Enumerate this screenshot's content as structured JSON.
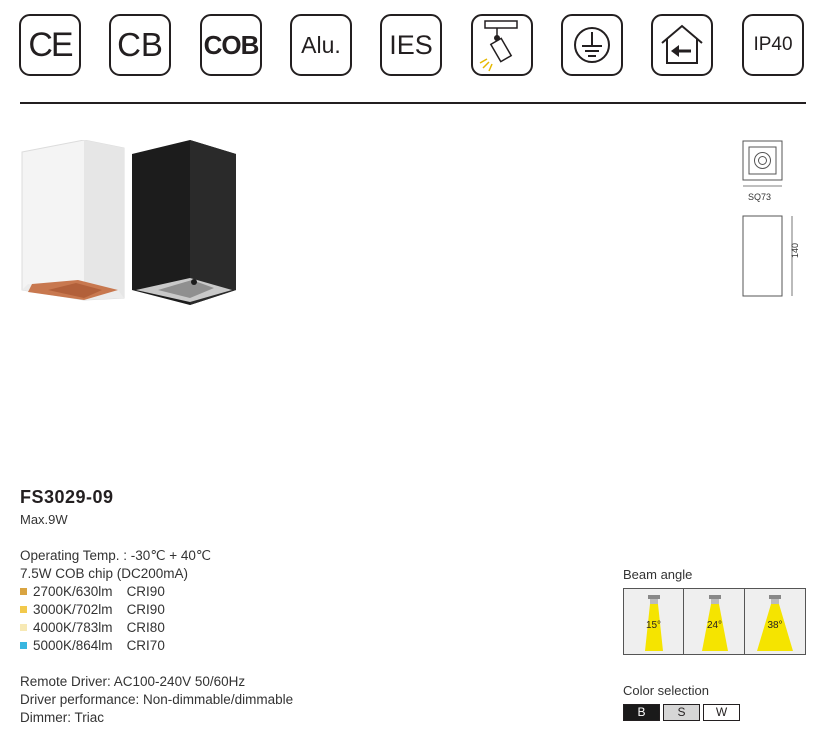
{
  "certifications": [
    {
      "label": "CE",
      "icon": "ce-mark-icon"
    },
    {
      "label": "CB",
      "icon": "cb-mark-icon"
    },
    {
      "label": "COB",
      "icon": "cob-icon"
    },
    {
      "label": "Alu.",
      "icon": "aluminium-icon"
    },
    {
      "label": "IES",
      "icon": "ies-icon"
    },
    {
      "label": "",
      "icon": "track-spotlight-icon"
    },
    {
      "label": "",
      "icon": "earth-ground-icon"
    },
    {
      "label": "",
      "icon": "indoor-use-icon"
    },
    {
      "label": "IP40",
      "icon": "ip-rating-icon"
    }
  ],
  "dimensions": {
    "top_label": "SQ73",
    "side_label": "140"
  },
  "product": {
    "model": "FS3029-09",
    "power": "Max.9W",
    "operating_temp": "Operating Temp. : -30℃  + 40℃",
    "chip": "7.5W COB chip (DC200mA)",
    "variants": [
      {
        "cct_lumen": "2700K/630lm",
        "cri": "CRI90",
        "color": "#d9a441"
      },
      {
        "cct_lumen": "3000K/702lm",
        "cri": "CRI90",
        "color": "#f2c94c"
      },
      {
        "cct_lumen": "4000K/783lm",
        "cri": "CRI80",
        "color": "#f7e9b5"
      },
      {
        "cct_lumen": "5000K/864lm",
        "cri": "CRI70",
        "color": "#38b6e0"
      }
    ],
    "remote_driver": "Remote Driver: AC100-240V 50/60Hz",
    "driver_performance": "Driver performance: Non-dimmable/dimmable",
    "dimmer": "Dimmer: Triac"
  },
  "beam": {
    "label": "Beam angle",
    "angles": [
      "15°",
      "24°",
      "38°"
    ],
    "beam_color": "#f5e400"
  },
  "color_selection": {
    "label": "Color selection",
    "options": [
      "B",
      "S",
      "W"
    ],
    "selected": "B"
  },
  "colors": {
    "text": "#231f20",
    "white_housing": "#f4f4f4",
    "black_housing": "#1c1c1c",
    "copper_reflector": "#c8784f",
    "silver_reflector": "#c9c9c9"
  }
}
